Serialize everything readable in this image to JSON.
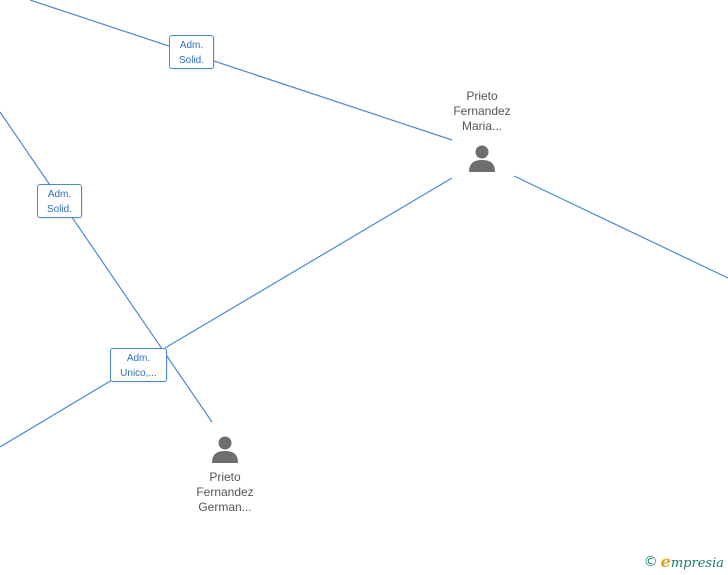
{
  "nodes": {
    "maria": {
      "name_lines": [
        "Prieto",
        "Fernandez",
        "Maria..."
      ]
    },
    "german": {
      "name_lines": [
        "Prieto",
        "Fernandez",
        "German..."
      ]
    }
  },
  "edge_labels": {
    "top": [
      "Adm.",
      "Solid."
    ],
    "left": [
      "Adm.",
      "Solid."
    ],
    "center": [
      "Adm.",
      "Unico,..."
    ]
  },
  "watermark": {
    "copyright_symbol": "©",
    "brand_first": "e",
    "brand_rest": "mpresia"
  },
  "colors": {
    "edge": "#4a89d6",
    "label_text": "#2f6fc4",
    "person_icon": "#6e6e6e",
    "brand_teal": "#1f7a6d",
    "brand_orange": "#e8a21a"
  }
}
